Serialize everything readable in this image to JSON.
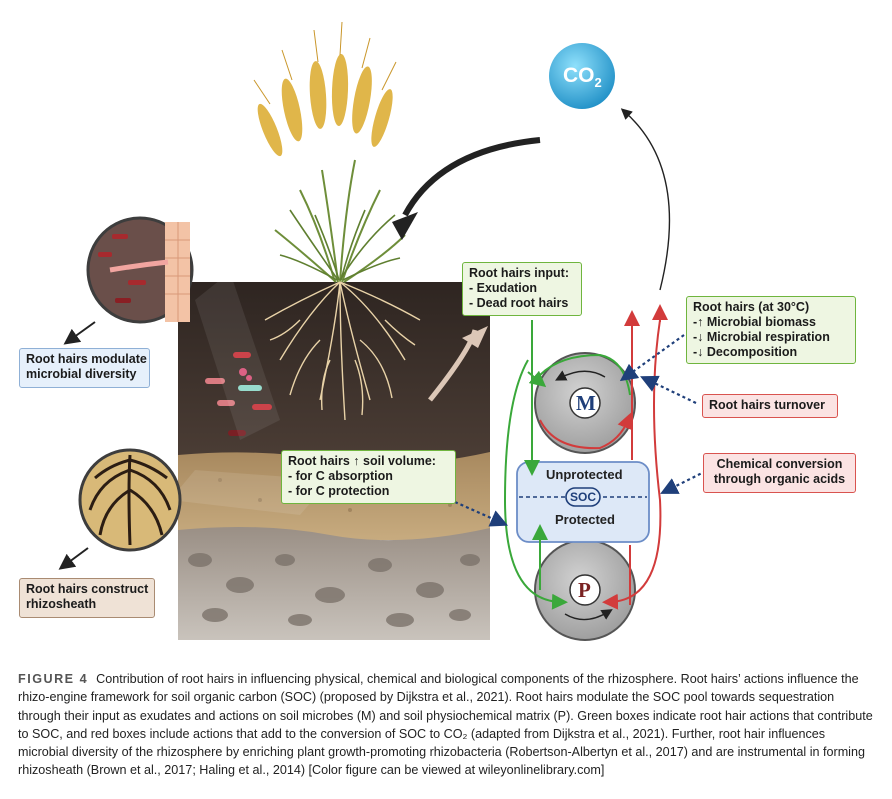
{
  "boxes": {
    "microbial_diversity": [
      "Root hairs modulate",
      "microbial diversity"
    ],
    "rhizosheath": [
      "Root hairs construct",
      "rhizosheath"
    ],
    "input": [
      "Root hairs input:",
      "- Exudation",
      "- Dead root hairs"
    ],
    "soil_volume": [
      "Root hairs ↑ soil volume:",
      "- for C absorption",
      "- for C protection"
    ],
    "thirty_c": [
      "Root hairs (at 30°C)",
      "-↑ Microbial biomass",
      "-↓ Microbial respiration",
      "-↓ Decomposition"
    ],
    "turnover": [
      "Root hairs turnover"
    ],
    "chemical": [
      "Chemical conversion",
      "through organic acids"
    ]
  },
  "pool": {
    "unprotected": "Unprotected",
    "soc": "SOC",
    "protected": "Protected",
    "m": "M",
    "p": "P"
  },
  "co2": {
    "main": "CO",
    "sub": "2"
  },
  "caption": {
    "label": "FIGURE 4",
    "text": "Contribution of root hairs in influencing physical, chemical and biological components of the rhizosphere. Root hairs’ actions influence the rhizo-engine framework for soil organic carbon (SOC) (proposed by Dijkstra et al., 2021). Root hairs modulate the SOC pool towards sequestration through their input as exudates and actions on soil microbes (M) and soil physiochemical matrix (P). Green boxes indicate root hair actions that contribute to SOC, and red boxes include actions that add to the conversion of SOC to CO₂ (adapted from Dijkstra et al., 2021). Further, root hair influences microbial diversity of the rhizosphere by enriching plant growth-promoting rhizobacteria (Robertson-Albertyn et al., 2017) and are instrumental in forming rhizosheath (Brown et al., 2017; Haling et al., 2014) [Color figure can be viewed at wileyonlinelibrary.com]"
  },
  "colors": {
    "green": "#3aa83a",
    "red": "#d23b3b",
    "navy": "#1f3f7a",
    "soil_dark": "#3b302b",
    "soil_sand": "#b39468",
    "co2": "#3aa7d6"
  }
}
